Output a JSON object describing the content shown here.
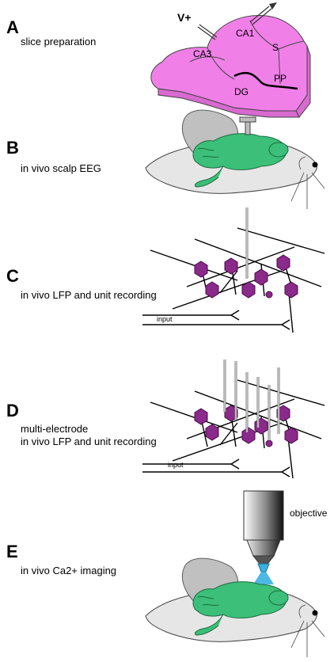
{
  "panels": [
    {
      "letter": "A",
      "caption": "slice preparation",
      "labels": {
        "vplus": "V+",
        "ca1": "CA1",
        "ca3": "CA3",
        "s": "S",
        "dg": "DG",
        "pp": "PP"
      }
    },
    {
      "letter": "B",
      "caption": "in vivo scalp EEG"
    },
    {
      "letter": "C",
      "caption": "in vivo LFP and unit recording",
      "labels": {
        "input": "input"
      }
    },
    {
      "letter": "D",
      "caption_line1": "multi-electrode",
      "caption_line2": "in vivo LFP and unit recording",
      "labels": {
        "input": "input"
      }
    },
    {
      "letter": "E",
      "caption": "in vivo Ca2+ imaging",
      "labels": {
        "objective": "objective"
      }
    }
  ],
  "colors": {
    "slice": "#f080e8",
    "slice_edge": "#b060b0",
    "mouse_body": "#e6e6e6",
    "brain": "#3cbf78",
    "ear": "#bdbdbd",
    "neuron": "#8a2a8a",
    "electrode": "#c8c8c8",
    "objective_tip": "#3ab0e0"
  }
}
